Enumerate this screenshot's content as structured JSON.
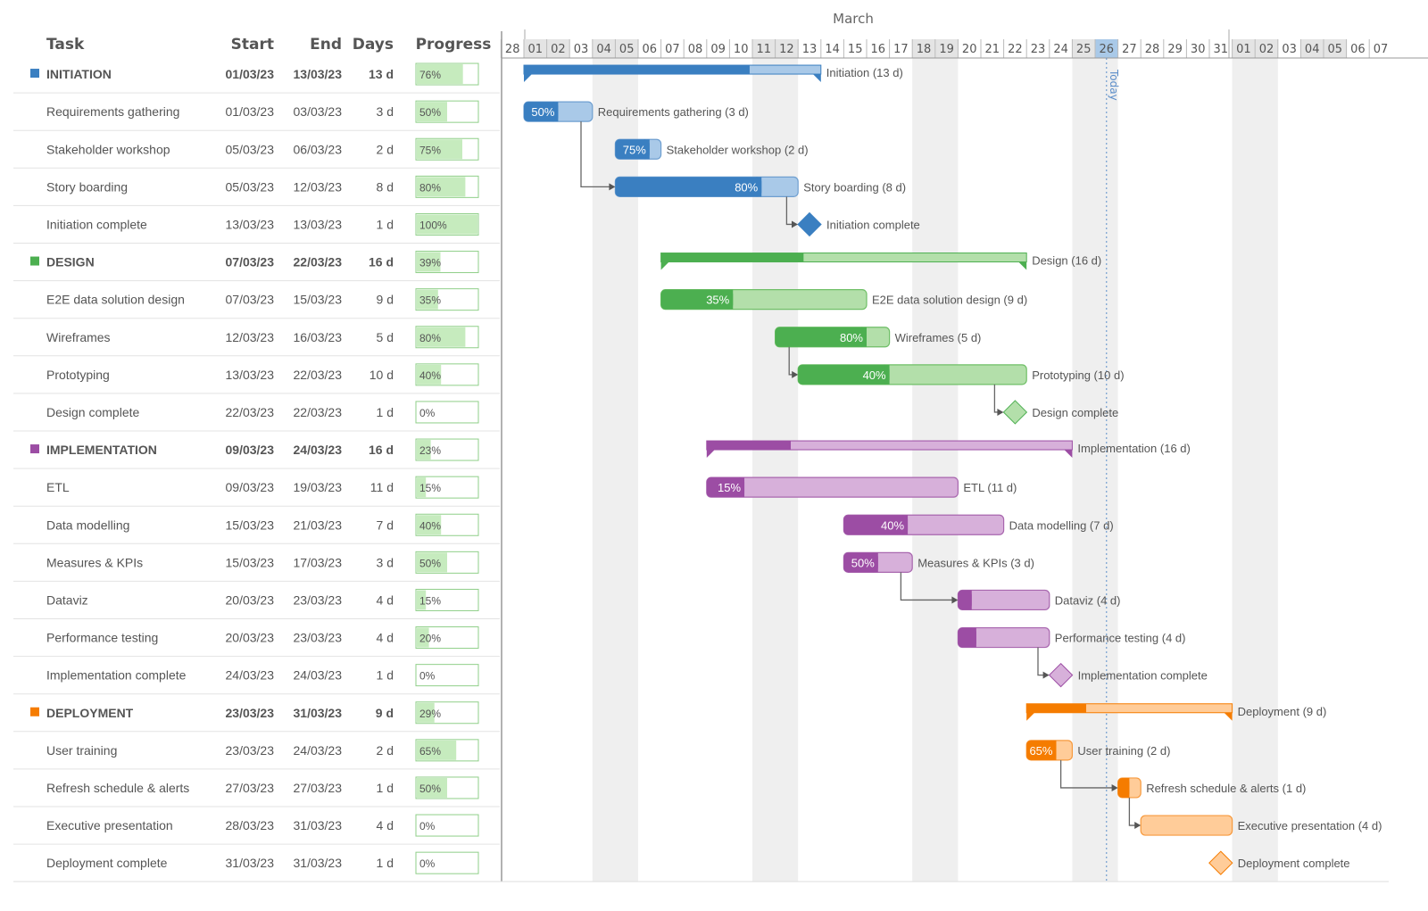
{
  "chart_data": {
    "type": "gantt",
    "title": "March",
    "columns": {
      "task": "Task",
      "start": "Start",
      "end": "End",
      "days": "Days",
      "progress": "Progress"
    },
    "day_ticks": [
      "28",
      "01",
      "02",
      "03",
      "04",
      "05",
      "06",
      "07",
      "08",
      "09",
      "10",
      "11",
      "12",
      "13",
      "14",
      "15",
      "16",
      "17",
      "18",
      "19",
      "20",
      "21",
      "22",
      "23",
      "24",
      "25",
      "26",
      "27",
      "28",
      "29",
      "30",
      "31",
      "01",
      "02",
      "03",
      "04",
      "05",
      "06",
      "07"
    ],
    "weekend_ticks": [
      "04",
      "05",
      "11",
      "12",
      "18",
      "19",
      "25",
      "26",
      "01",
      "02"
    ],
    "today": {
      "label": "Today",
      "date": "26/03/23"
    },
    "groups": [
      {
        "name": "INITIATION",
        "color": "#3a7fc1",
        "light": "#a9c9e8",
        "light_border": "#6f9fd0",
        "start": "01/03/23",
        "end": "13/03/23",
        "days": "13 d",
        "progress": 76,
        "bar_label": "Initiation (13 d)",
        "tasks": [
          {
            "name": "Requirements gathering",
            "start": "01/03/23",
            "end": "03/03/23",
            "days": "3 d",
            "progress": 50,
            "bar_label": "Requirements gathering (3 d)",
            "pct_label": "50%"
          },
          {
            "name": "Stakeholder workshop",
            "start": "05/03/23",
            "end": "06/03/23",
            "days": "2 d",
            "progress": 75,
            "bar_label": "Stakeholder workshop (2 d)",
            "pct_label": "75%"
          },
          {
            "name": "Story boarding",
            "start": "05/03/23",
            "end": "12/03/23",
            "days": "8 d",
            "progress": 80,
            "bar_label": "Story boarding (8 d)",
            "pct_label": "80%"
          },
          {
            "name": "Initiation complete",
            "start": "13/03/23",
            "end": "13/03/23",
            "days": "1 d",
            "progress": 100,
            "milestone": true,
            "bar_label": "Initiation complete"
          }
        ]
      },
      {
        "name": "DESIGN",
        "color": "#4caf50",
        "light": "#b3dfaa",
        "light_border": "#6fbf67",
        "start": "07/03/23",
        "end": "22/03/23",
        "days": "16 d",
        "progress": 39,
        "bar_label": "Design (16 d)",
        "tasks": [
          {
            "name": "E2E data solution design",
            "start": "07/03/23",
            "end": "15/03/23",
            "days": "9 d",
            "progress": 35,
            "bar_label": "E2E data solution design (9 d)",
            "pct_label": "35%"
          },
          {
            "name": "Wireframes",
            "start": "12/03/23",
            "end": "16/03/23",
            "days": "5 d",
            "progress": 80,
            "bar_label": "Wireframes (5 d)",
            "pct_label": "80%"
          },
          {
            "name": "Prototyping",
            "start": "13/03/23",
            "end": "22/03/23",
            "days": "10 d",
            "progress": 40,
            "bar_label": "Prototyping (10 d)",
            "pct_label": "40%"
          },
          {
            "name": "Design complete",
            "start": "22/03/23",
            "end": "22/03/23",
            "days": "1 d",
            "progress": 0,
            "milestone": true,
            "bar_label": "Design complete"
          }
        ]
      },
      {
        "name": "IMPLEMENTATION",
        "color": "#9c4da4",
        "light": "#d7b0da",
        "light_border": "#a866ae",
        "start": "09/03/23",
        "end": "24/03/23",
        "days": "16 d",
        "progress": 23,
        "bar_label": "Implementation (16 d)",
        "tasks": [
          {
            "name": "ETL",
            "start": "09/03/23",
            "end": "19/03/23",
            "days": "11 d",
            "progress": 15,
            "bar_label": "ETL (11 d)",
            "pct_label": "15%"
          },
          {
            "name": "Data modelling",
            "start": "15/03/23",
            "end": "21/03/23",
            "days": "7 d",
            "progress": 40,
            "bar_label": "Data modelling (7 d)",
            "pct_label": "40%"
          },
          {
            "name": "Measures & KPIs",
            "start": "15/03/23",
            "end": "17/03/23",
            "days": "3 d",
            "progress": 50,
            "bar_label": "Measures & KPIs (3 d)",
            "pct_label": "50%"
          },
          {
            "name": "Dataviz",
            "start": "20/03/23",
            "end": "23/03/23",
            "days": "4 d",
            "progress": 15,
            "bar_label": "Dataviz (4 d)",
            "pct_label": ""
          },
          {
            "name": "Performance testing",
            "start": "20/03/23",
            "end": "23/03/23",
            "days": "4 d",
            "progress": 20,
            "bar_label": "Performance testing (4 d)",
            "pct_label": ""
          },
          {
            "name": "Implementation complete",
            "start": "24/03/23",
            "end": "24/03/23",
            "days": "1 d",
            "progress": 0,
            "milestone": true,
            "bar_label": "Implementation complete"
          }
        ]
      },
      {
        "name": "DEPLOYMENT",
        "color": "#f57c00",
        "light": "#ffcc99",
        "light_border": "#f79a3e",
        "start": "23/03/23",
        "end": "31/03/23",
        "days": "9 d",
        "progress": 29,
        "bar_label": "Deployment (9 d)",
        "tasks": [
          {
            "name": "User training",
            "start": "23/03/23",
            "end": "24/03/23",
            "days": "2 d",
            "progress": 65,
            "bar_label": "User training (2 d)",
            "pct_label": "65%"
          },
          {
            "name": "Refresh schedule & alerts",
            "start": "27/03/23",
            "end": "27/03/23",
            "days": "1 d",
            "progress": 50,
            "bar_label": "Refresh schedule & alerts (1 d)",
            "pct_label": ""
          },
          {
            "name": "Executive presentation",
            "start": "28/03/23",
            "end": "31/03/23",
            "days": "4 d",
            "progress": 0,
            "bar_label": "Executive presentation (4 d)",
            "pct_label": ""
          },
          {
            "name": "Deployment complete",
            "start": "31/03/23",
            "end": "31/03/23",
            "days": "1 d",
            "progress": 0,
            "milestone": true,
            "bar_label": "Deployment complete"
          }
        ]
      }
    ],
    "dependencies": [
      [
        "Requirements gathering",
        "Story boarding"
      ],
      [
        "Story boarding",
        "Initiation complete"
      ],
      [
        "Wireframes",
        "Prototyping"
      ],
      [
        "Prototyping",
        "Design complete"
      ],
      [
        "Measures & KPIs",
        "Dataviz"
      ],
      [
        "Performance testing",
        "Implementation complete"
      ],
      [
        "User training",
        "Refresh schedule & alerts"
      ],
      [
        "Refresh schedule & alerts",
        "Executive presentation"
      ]
    ]
  }
}
